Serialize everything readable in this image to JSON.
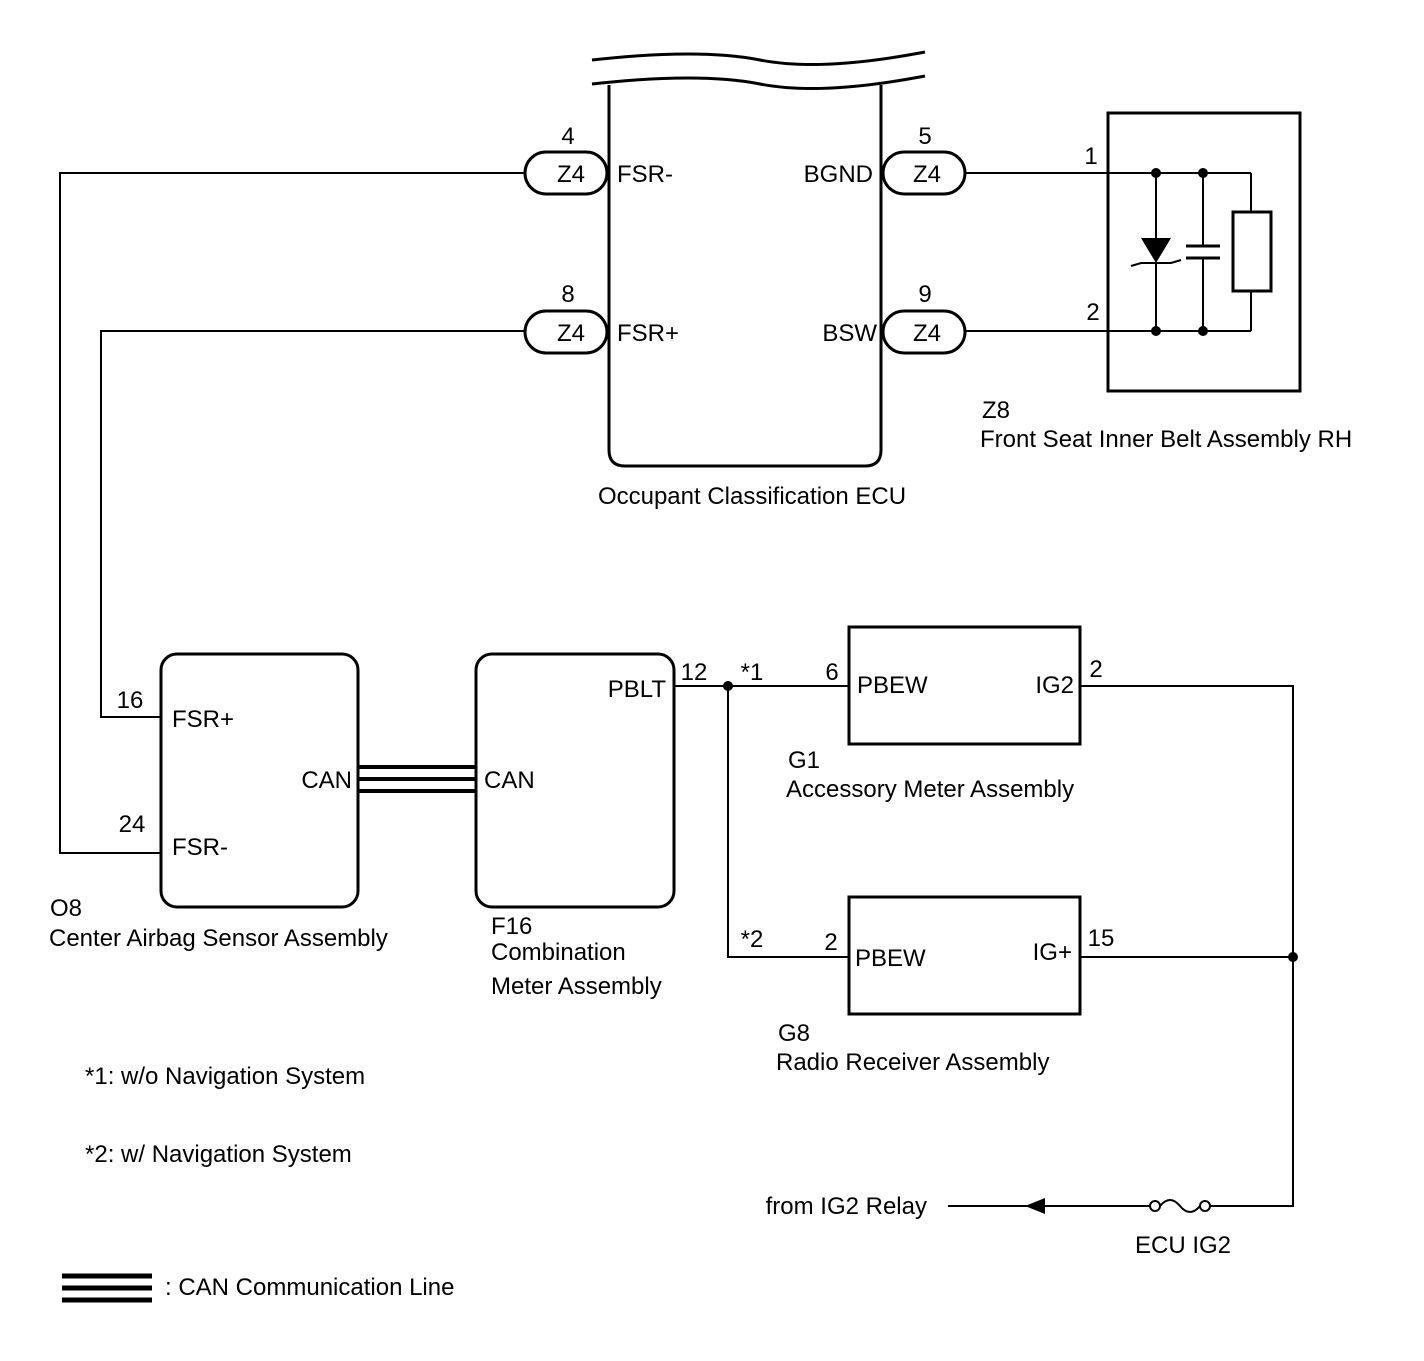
{
  "ecu": {
    "name": "Occupant Classification ECU",
    "terminals": {
      "fsr_minus": "FSR-",
      "fsr_plus": "FSR+",
      "bgnd": "BGND",
      "bsw": "BSW"
    },
    "pins": {
      "fsr_minus": "4",
      "fsr_plus": "8",
      "bgnd": "5",
      "bsw": "9"
    },
    "connector": "Z4"
  },
  "belt": {
    "code": "Z8",
    "name": "Front Seat Inner Belt Assembly RH",
    "pin1": "1",
    "pin2": "2"
  },
  "airbag": {
    "code": "O8",
    "name": "Center Airbag Sensor Assembly",
    "terminals": {
      "fsr_plus": "FSR+",
      "can": "CAN",
      "fsr_minus": "FSR-"
    },
    "pins": {
      "fsr_plus": "16",
      "fsr_minus": "24"
    }
  },
  "meter": {
    "code": "F16",
    "name_line1": "Combination",
    "name_line2": "Meter Assembly",
    "terminals": {
      "pblt": "PBLT",
      "can": "CAN"
    },
    "pins": {
      "pblt": "12"
    }
  },
  "accessory": {
    "code": "G1",
    "name": "Accessory Meter Assembly",
    "terminals": {
      "pbew": "PBEW",
      "ig": "IG2"
    },
    "pins": {
      "pbew": "6",
      "ig": "2"
    },
    "note_mark": "*1"
  },
  "radio": {
    "code": "G8",
    "name": "Radio Receiver Assembly",
    "terminals": {
      "pbew": "PBEW",
      "ig": "IG+"
    },
    "pins": {
      "pbew": "2",
      "ig": "15"
    },
    "note_mark": "*2"
  },
  "power": {
    "source": "from IG2 Relay",
    "fuse": "ECU IG2"
  },
  "notes": {
    "n1": "*1: w/o Navigation System",
    "n2": "*2: w/ Navigation System"
  },
  "legend": {
    "can_line": ": CAN Communication Line"
  }
}
